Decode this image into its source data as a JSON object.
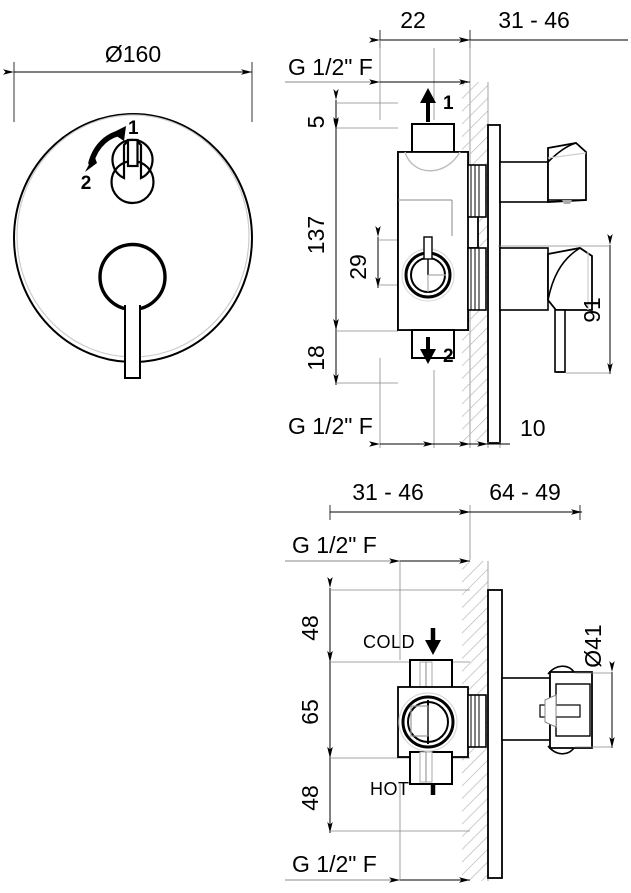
{
  "drawing": {
    "title": "Concealed shower mixer valve - technical dimension drawing",
    "units": "mm",
    "line_color": "#000000",
    "thin_line_color": "#777777",
    "hatch_color": "#b5b5b5"
  },
  "views": {
    "front": {
      "name": "front-view",
      "diameter_label": "Ø160",
      "diverter_positions": [
        "1",
        "2"
      ],
      "arrow_icon": "curved-double-arrow-icon",
      "plate_diameter_mm": 160
    },
    "side_top": {
      "name": "side-section-view-upper",
      "dimensions": {
        "depth_front": "22",
        "depth_range": "31 - 46",
        "top_offset": "5",
        "total_height": "137",
        "mid_offset": "29",
        "bottom_offset": "18",
        "plate_thickness": "10",
        "handle_height": "91"
      },
      "ports": {
        "top_label": "G 1/2\" F",
        "bottom_label": "G 1/2\" F",
        "outlet_1": "1",
        "outlet_2": "2"
      }
    },
    "side_bottom": {
      "name": "side-section-view-lower",
      "dimensions": {
        "depth_range_left": "31 - 46",
        "depth_range_right": "64 - 49",
        "top_spacing": "48",
        "center_spacing": "65",
        "bottom_spacing": "48",
        "handle_diameter": "Ø41"
      },
      "ports": {
        "top_label": "G 1/2\" F",
        "bottom_label": "G 1/2\" F",
        "cold_label": "COLD",
        "hot_label": "HOT"
      }
    }
  }
}
